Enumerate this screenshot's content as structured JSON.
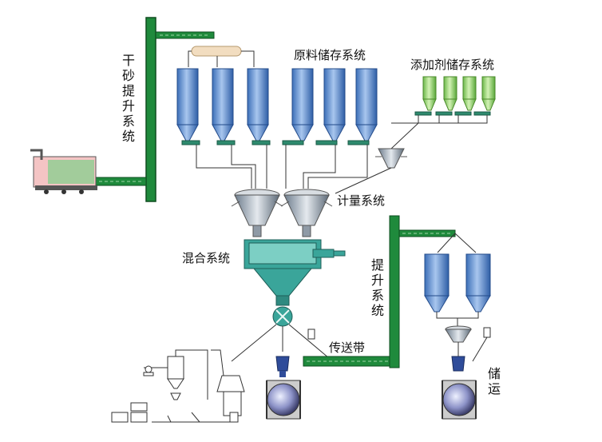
{
  "labels": {
    "raw_storage": "原料储存系统",
    "additive_storage": "添加剂储存系统",
    "dry_sand_lift": "干砂提升系统",
    "metering": "计量系统",
    "mixing": "混合系统",
    "lift": "提升系统",
    "conveyor": "传送带",
    "storage_transport": "储运"
  },
  "colors": {
    "silo_blue": "#7fa6dc",
    "silo_dark": "#3c6fb8",
    "additive_green": "#a7dd7a",
    "elevator_green": "#1f8a3c",
    "mixer_teal": "#3aa59a",
    "line": "#333333"
  }
}
